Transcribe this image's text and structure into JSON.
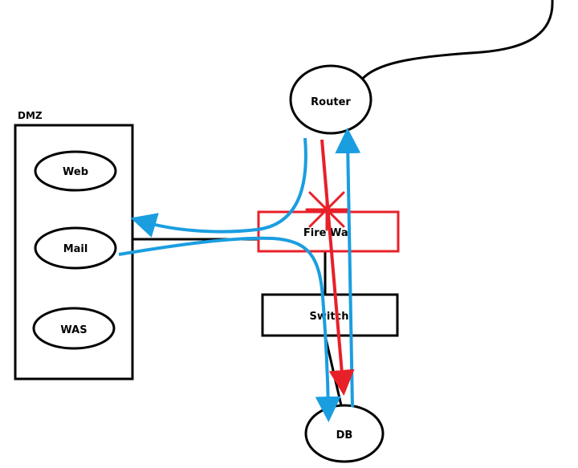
{
  "labels": {
    "dmz": "DMZ",
    "web": "Web",
    "mail": "Mail",
    "was": "WAS",
    "router": "Router",
    "firewall": "Fire Wal",
    "switch": "Switch",
    "db": "DB"
  },
  "colors": {
    "outline": "#000000",
    "firewall": "#e8202a",
    "allowed_flow": "#1a9ee0",
    "blocked_flow": "#e8202a"
  }
}
